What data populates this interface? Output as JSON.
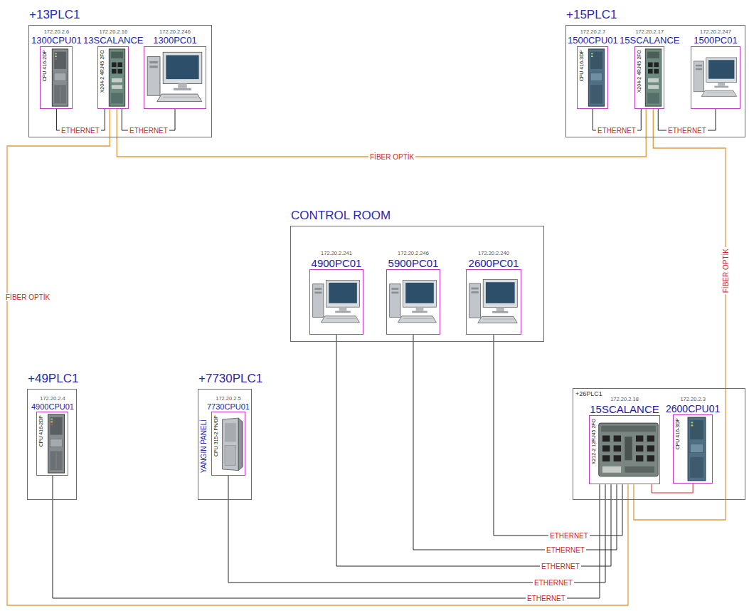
{
  "diagram": {
    "nodes": [
      {
        "text": [
          "+13PLC1"
        ]
      },
      {
        "text": [
          "172.20.2.6",
          "1300CPU01",
          "CPU 416-2DP"
        ],
        "in": 0
      },
      {
        "text": [
          "172.20.2.16",
          "13SCALANCE",
          "X204-2 4RJ45 2FO"
        ],
        "in": 0
      },
      {
        "text": [
          "172.20.2.246",
          "1300PC01"
        ],
        "in": 0
      },
      {
        "text": [
          "+15PLC1"
        ]
      },
      {
        "text": [
          "172.20.2.7",
          "1500CPU01",
          "CPU 416-3DP"
        ],
        "in": 4
      },
      {
        "text": [
          "172.20.2.17",
          "15SCALANCE",
          "X204-2 4RJ45 2FO"
        ],
        "in": 4
      },
      {
        "text": [
          "172.20.2.247",
          "1500PC01"
        ],
        "in": 4
      },
      {
        "text": [
          "CONTROL ROOM"
        ]
      },
      {
        "text": [
          "172.20.2.241",
          "4900PC01"
        ],
        "in": 8
      },
      {
        "text": [
          "172.20.2.246",
          "5900PC01"
        ],
        "in": 8
      },
      {
        "text": [
          "172.20.2.240",
          "2600PC01"
        ],
        "in": 8
      },
      {
        "text": [
          "+49PLC1"
        ]
      },
      {
        "text": [
          "172.20.2.4",
          "4900CPU01",
          "CPU 416-2DP"
        ],
        "in": 12
      },
      {
        "text": [
          "+7730PLC1",
          "YANGIN PANELİ"
        ]
      },
      {
        "text": [
          "172.20.2.5",
          "7730CPU01",
          "CPU 315-2 PN/DP"
        ],
        "in": 14
      },
      {
        "text": [
          "+26PLC1"
        ]
      },
      {
        "text": [
          "172.20.2.18",
          "15SCALANCE",
          "X212-2 12RJ45 2FO"
        ],
        "in": 16
      },
      {
        "text": [
          "172.20.2.3",
          "2600CPU01",
          "CPU 416-3DP"
        ],
        "in": 16
      }
    ],
    "edges": [
      {
        "from": 1,
        "to": 2,
        "label": "ETHERNET",
        "arrow": "none"
      },
      {
        "from": 2,
        "to": 3,
        "label": "ETHERNET",
        "arrow": "none"
      },
      {
        "from": 5,
        "to": 6,
        "label": "ETHERNET",
        "arrow": "none"
      },
      {
        "from": 6,
        "to": 7,
        "label": "ETHERNET",
        "arrow": "none"
      },
      {
        "from": 2,
        "to": 6,
        "label": "FİBER OPTİK",
        "arrow": "none"
      },
      {
        "from": 2,
        "to": 17,
        "label": "FİBER OPTİK",
        "arrow": "none"
      },
      {
        "from": 6,
        "to": 17,
        "label": "FİBER OPTİK",
        "arrow": "none"
      },
      {
        "from": 11,
        "to": 17,
        "label": "ETHERNET",
        "arrow": "none"
      },
      {
        "from": 10,
        "to": 17,
        "label": "ETHERNET",
        "arrow": "none"
      },
      {
        "from": 9,
        "to": 17,
        "label": "ETHERNET",
        "arrow": "none"
      },
      {
        "from": 15,
        "to": 17,
        "label": "ETHERNET",
        "arrow": "none"
      },
      {
        "from": 13,
        "to": 17,
        "label": "ETHERNET",
        "arrow": "none"
      },
      {
        "from": 17,
        "to": 18,
        "arrow": "none"
      }
    ]
  }
}
